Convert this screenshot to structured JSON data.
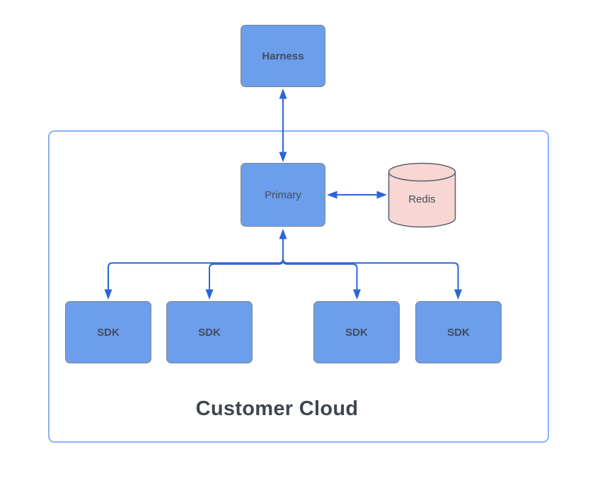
{
  "diagram": {
    "nodes": {
      "harness": {
        "label": "Harness",
        "shape": "rounded-rect"
      },
      "primary": {
        "label": "Primary",
        "shape": "rounded-rect"
      },
      "redis": {
        "label": "Redis",
        "shape": "cylinder"
      },
      "sdks": [
        {
          "label": "SDK"
        },
        {
          "label": "SDK"
        },
        {
          "label": "SDK"
        },
        {
          "label": "SDK"
        }
      ]
    },
    "container": {
      "label": "Customer Cloud"
    },
    "edges": [
      {
        "from": "harness",
        "to": "primary",
        "arrows": "both"
      },
      {
        "from": "primary",
        "to": "redis",
        "arrows": "both"
      },
      {
        "from": "branch",
        "to": "primary",
        "arrows": "up"
      },
      {
        "from": "branch",
        "to": "sdk-1",
        "arrows": "down"
      },
      {
        "from": "branch",
        "to": "sdk-2",
        "arrows": "down"
      },
      {
        "from": "branch",
        "to": "sdk-3",
        "arrows": "down"
      },
      {
        "from": "branch",
        "to": "sdk-4",
        "arrows": "down"
      }
    ],
    "colors": {
      "node_fill": "#6d9eeb",
      "node_border": "#7e858e",
      "node_text": "#414c5e",
      "redis_fill": "#f8d6d3",
      "redis_border": "#57616f",
      "arrow": "#2b65d9",
      "container_border": "#8ab0f8",
      "container_label_text": "#3f4650",
      "background": "#ffffff"
    }
  }
}
